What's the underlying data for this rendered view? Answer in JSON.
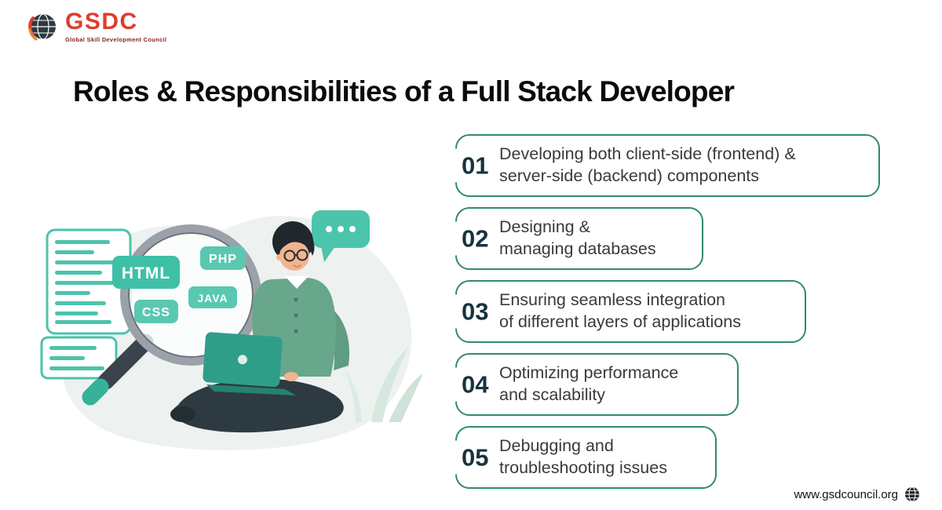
{
  "brand": {
    "name": "GSDC",
    "tagline": "Global Skill Development Council"
  },
  "title": "Roles & Responsibilities of a Full Stack Developer",
  "illustration": {
    "tags": {
      "html": "HTML",
      "php": "PHP",
      "css": "CSS",
      "java": "JAVA"
    }
  },
  "items": [
    {
      "number": "01",
      "line1": "Developing both client-side (frontend) &",
      "line2": "server-side (backend) components"
    },
    {
      "number": "02",
      "line1": "Designing &",
      "line2": "managing databases"
    },
    {
      "number": "03",
      "line1": "Ensuring seamless integration",
      "line2": "of different layers of applications"
    },
    {
      "number": "04",
      "line1": "Optimizing performance",
      "line2": "and scalability"
    },
    {
      "number": "05",
      "line1": "Debugging and",
      "line2": "troubleshooting issues"
    }
  ],
  "footer": {
    "website": "www.gsdcouncil.org"
  },
  "colors": {
    "accent": "#3FC0A6",
    "box_border": "#2F8B72",
    "brand_red": "#E23B2D",
    "dark_text": "#17333D"
  }
}
